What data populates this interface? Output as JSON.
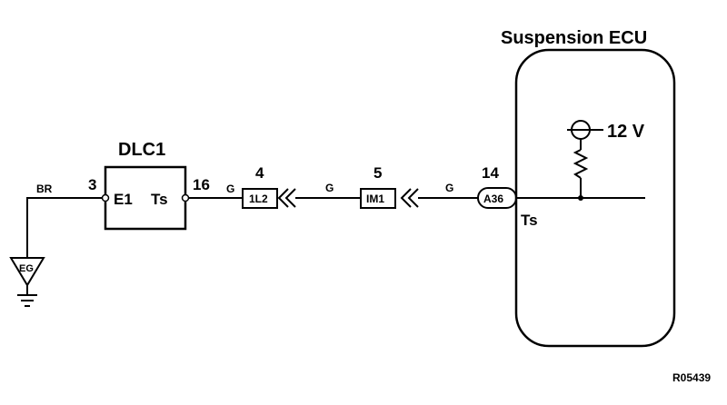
{
  "ecu": {
    "title": "Suspension ECU",
    "voltage": "12 V",
    "terminal": "Ts",
    "pin": "14",
    "connector": "A36"
  },
  "dlc": {
    "title": "DLC1",
    "left_terminal": "E1",
    "right_terminal": "Ts",
    "left_pin": "3",
    "right_pin": "16"
  },
  "ground": {
    "wire_color": "BR",
    "label": "EG"
  },
  "junctions": [
    {
      "pin": "4",
      "label": "1L2",
      "wire_color": "G"
    },
    {
      "pin": "5",
      "label": "IM1",
      "wire_color": "G"
    }
  ],
  "ecu_wire_color": "G",
  "figure_code": "R05439"
}
